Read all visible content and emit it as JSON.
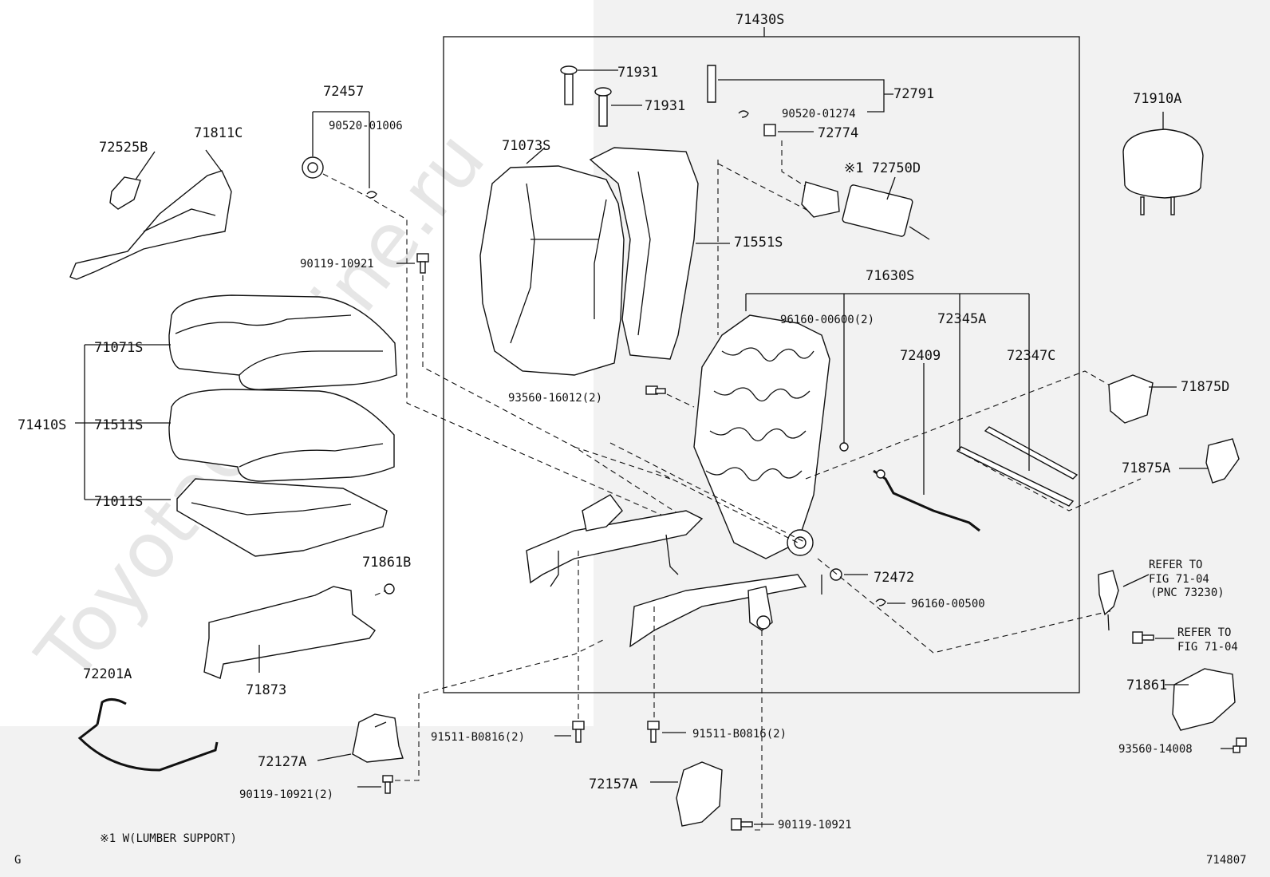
{
  "diagram": {
    "watermark": "ToyotaCarMine.ru",
    "corner_left": "G",
    "corner_right": "714807",
    "footnote": "※1 W(LUMBER SUPPORT)",
    "labels": {
      "p71430S": "71430S",
      "p72457": "72457",
      "p90520_01006": "90520-01006",
      "p72525B": "72525B",
      "p71811C": "71811C",
      "p90119_10921_top": "90119-10921",
      "p71071S": "71071S",
      "p71410S": "71410S",
      "p71511S": "71511S",
      "p71011S": "71011S",
      "p71861B": "71861B",
      "p71873": "71873",
      "p72201A": "72201A",
      "p72127A": "72127A",
      "p90119_10921_2": "90119-10921(2)",
      "p71931_a": "71931",
      "p71931_b": "71931",
      "p71073S": "71073S",
      "p72791": "72791",
      "p90520_01274": "90520-01274",
      "p72774": "72774",
      "p72750D": "※1 72750D",
      "p71551S": "71551S",
      "p71630S": "71630S",
      "p96160_00600": "96160-00600(2)",
      "p72345A": "72345A",
      "p72409": "72409",
      "p72347C": "72347C",
      "p93560_16012": "93560-16012(2)",
      "p72472": "72472",
      "p96160_00500": "96160-00500",
      "p91511_a": "91511-B0816(2)",
      "p91511_b": "91511-B0816(2)",
      "p72157A": "72157A",
      "p90119_10921_bot": "90119-10921",
      "p71910A": "71910A",
      "p71875D": "71875D",
      "p71875A": "71875A",
      "refer1_a": "REFER TO",
      "refer1_b": "FIG 71-04",
      "refer1_c": "(PNC 73230)",
      "refer2_a": "REFER TO",
      "refer2_b": "FIG 71-04",
      "p71861": "71861",
      "p93560_14008": "93560-14008"
    }
  }
}
